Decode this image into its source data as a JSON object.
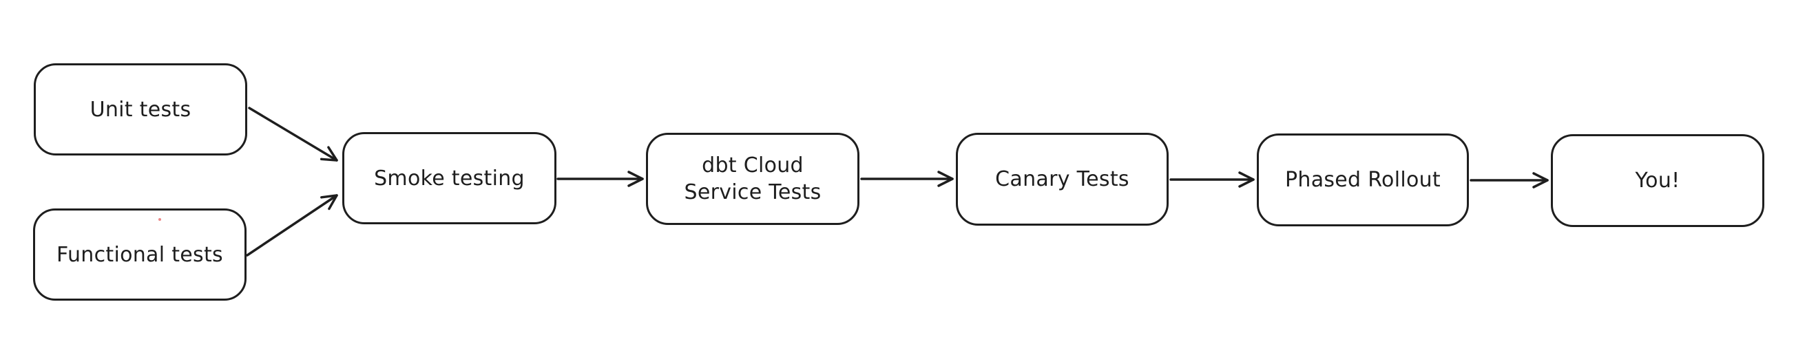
{
  "diagram": {
    "background_color": "#ffffff",
    "stroke_color": "#1e1e1e",
    "node_fill_color": "#ffffff",
    "artifact_dot": {
      "color": "#ec8888"
    },
    "nodes": [
      {
        "id": "unit-tests",
        "label": "Unit tests"
      },
      {
        "id": "functional-tests",
        "label": "Functional tests"
      },
      {
        "id": "smoke-testing",
        "label": "Smoke testing"
      },
      {
        "id": "dbt-cloud-service-tests",
        "label": "dbt Cloud\nService Tests"
      },
      {
        "id": "canary-tests",
        "label": "Canary Tests"
      },
      {
        "id": "phased-rollout",
        "label": "Phased Rollout"
      },
      {
        "id": "you",
        "label": "You!"
      }
    ],
    "edges": [
      {
        "from": "unit-tests",
        "to": "smoke-testing"
      },
      {
        "from": "functional-tests",
        "to": "smoke-testing"
      },
      {
        "from": "smoke-testing",
        "to": "dbt-cloud-service-tests"
      },
      {
        "from": "dbt-cloud-service-tests",
        "to": "canary-tests"
      },
      {
        "from": "canary-tests",
        "to": "phased-rollout"
      },
      {
        "from": "phased-rollout",
        "to": "you"
      }
    ]
  }
}
